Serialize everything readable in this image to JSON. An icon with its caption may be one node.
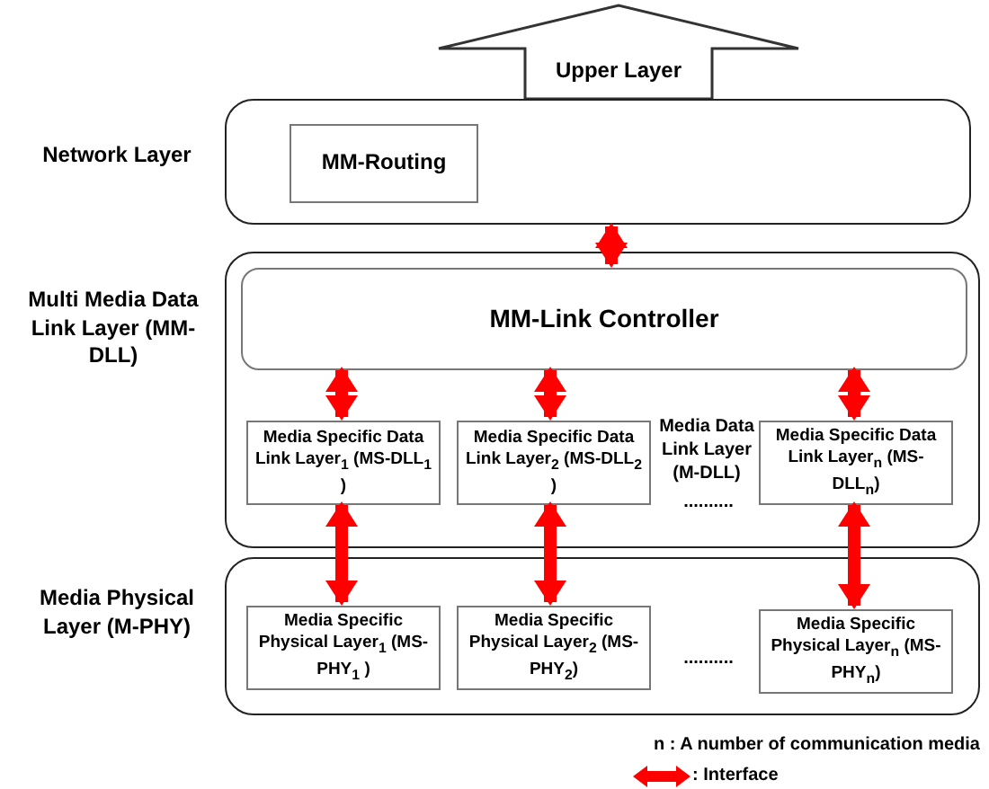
{
  "diagram": {
    "nodes": [
      {
        "text": [
          "Upper Layer"
        ]
      },
      {
        "text": [
          "Network Layer"
        ]
      },
      {
        "text": [
          "MM-Routing"
        ],
        "in": 1
      },
      {
        "text": [
          "Multi Media Data Link Layer (MM-DLL)"
        ]
      },
      {
        "text": [
          "MM-Link Controller"
        ],
        "in": 3
      },
      {
        "text": [
          "Media Specific Data Link Layer$_{1}$ (MS-DLL$_{1}$ )"
        ],
        "in": 3
      },
      {
        "text": [
          "Media Specific Data Link Layer$_{2}$ (MS-DLL$_{2}$ )"
        ],
        "in": 3
      },
      {
        "text": [
          "Media Specific Data Link Layer$_{n}$ (MS-DLL$_{n}$)"
        ],
        "in": 3
      },
      {
        "text": [
          "Media Physical Layer (M-PHY)"
        ]
      },
      {
        "text": [
          "Media Specific Physical Layer$_{1}$ (MS-PHY$_{1}$ )"
        ],
        "in": 8
      },
      {
        "text": [
          "Media Specific Physical Layer$_{2}$ (MS-PHY$_{2}$)"
        ],
        "in": 8
      },
      {
        "text": [
          "Media Specific Physical Layer$_{n}$ (MS-PHY$_{n}$)"
        ],
        "in": 8
      }
    ],
    "edges": [
      {
        "from": 1,
        "to": 4,
        "arrow": "both"
      },
      {
        "from": 4,
        "to": 5,
        "arrow": "both"
      },
      {
        "from": 4,
        "to": 6,
        "arrow": "both"
      },
      {
        "from": 4,
        "to": 7,
        "arrow": "both"
      },
      {
        "from": 5,
        "to": 9,
        "arrow": "both"
      },
      {
        "from": 6,
        "to": 10,
        "arrow": "both"
      },
      {
        "from": 7,
        "to": 11,
        "arrow": "both"
      }
    ],
    "labels": [
      "Media Data Link Layer (M-DLL)",
      "..........",
      "..........",
      "n : A number of communication media"
    ],
    "legend": [
      {
        "text": ": Interface"
      }
    ]
  }
}
